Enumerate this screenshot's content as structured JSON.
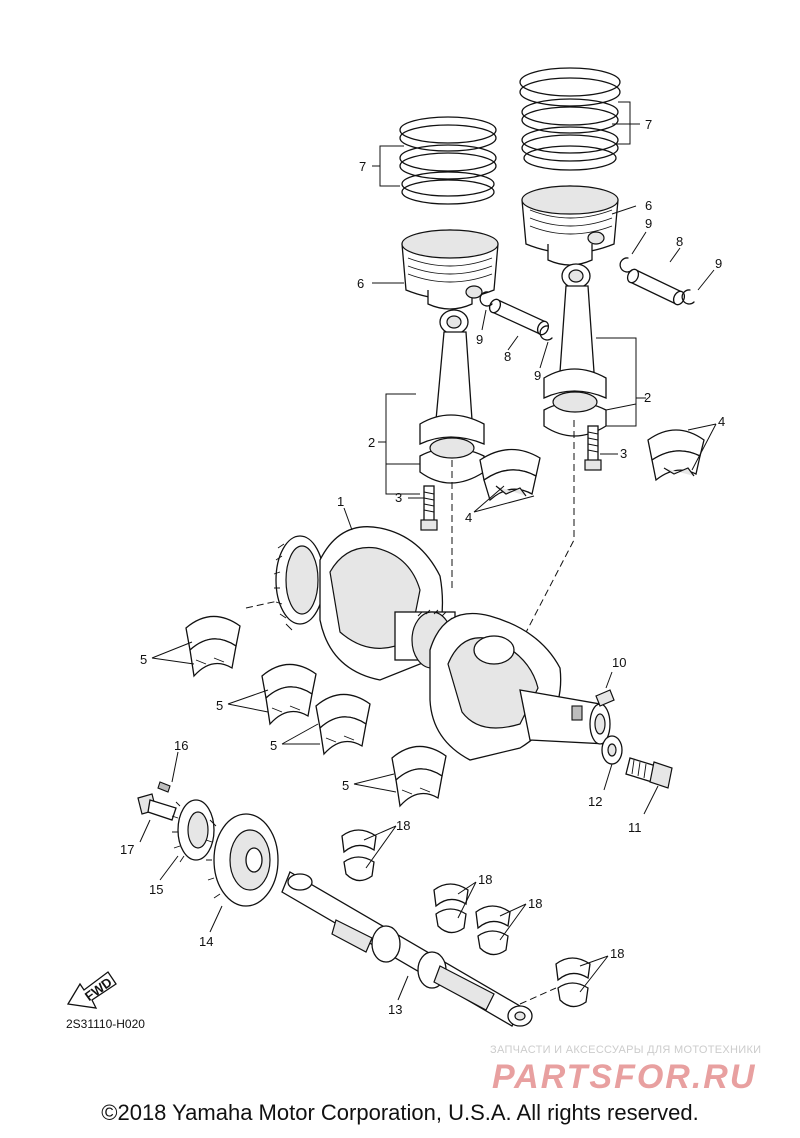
{
  "callouts": {
    "p1": "1",
    "p2": "2",
    "p3": "3",
    "p4": "4",
    "p5": "5",
    "p6": "6",
    "p7": "7",
    "p8": "8",
    "p9": "9",
    "p10": "10",
    "p11": "11",
    "p12": "12",
    "p13": "13",
    "p14": "14",
    "p15": "15",
    "p16": "16",
    "p17": "17",
    "p18": "18"
  },
  "fwd_arrow": {
    "label": "FWD"
  },
  "drawing_code": "2S31110-H020",
  "watermark": {
    "caption": "ЗАПЧАСТИ И АКСЕССУАРЫ ДЛЯ МОТОТЕХНИКИ",
    "logo_text": "PARTSFOR.RU",
    "color": "#e8a0a0"
  },
  "footer": {
    "copyright": "©2018 Yamaha Motor Corporation, U.S.A. All rights reserved."
  }
}
